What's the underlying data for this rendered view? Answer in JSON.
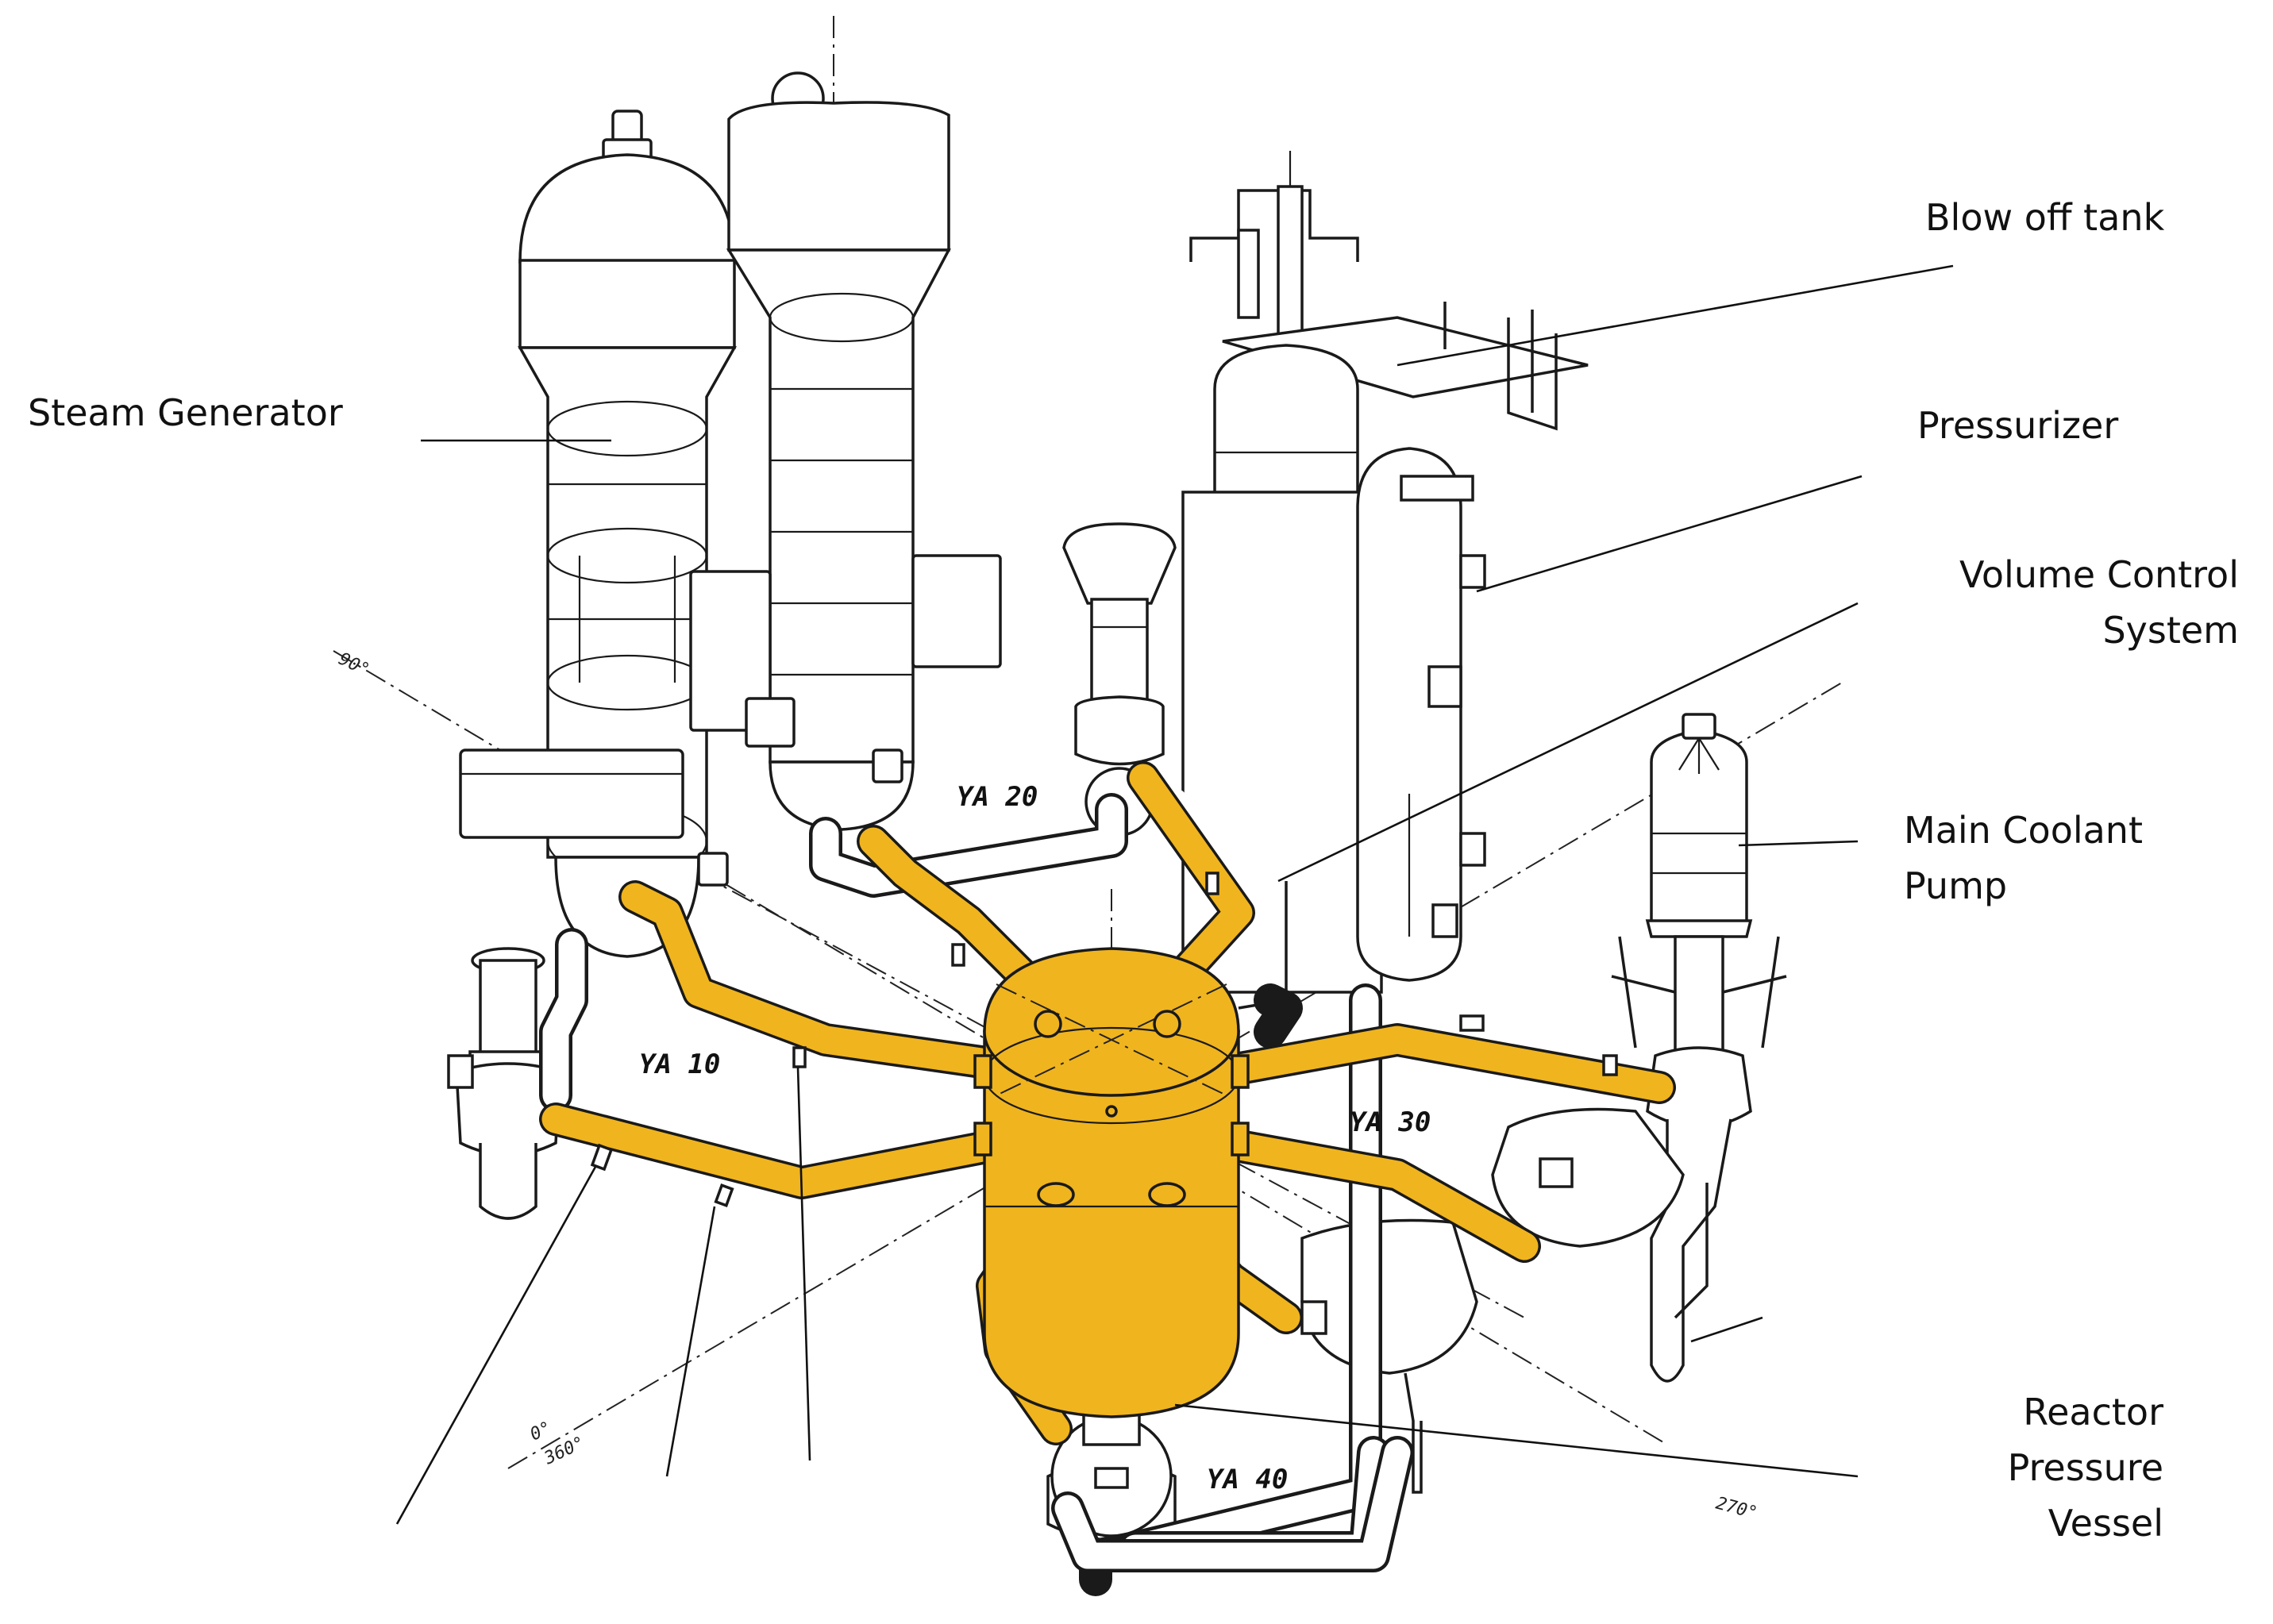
{
  "labels": {
    "steam_generator": "Steam Generator",
    "blow_off_tank": "Blow off tank",
    "pressurizer": "Pressurizer",
    "volume_control_line1": "Volume Control",
    "volume_control_line2": "System",
    "main_coolant_line1": "Main Coolant",
    "main_coolant_line2": "Pump",
    "rpv_line1": "Reactor",
    "rpv_line2": "Pressure",
    "rpv_line3": "Vessel"
  },
  "loop_tags": {
    "ya10": "YA 10",
    "ya20": "YA 20",
    "ya30": "YA 30",
    "ya40": "YA 40"
  },
  "angle_marks": {
    "a90": "90°",
    "a0": "0°",
    "a360": "360°",
    "a270": "270°"
  },
  "colors": {
    "highlight": "#f0b41e",
    "ink": "#1a1a1a"
  }
}
